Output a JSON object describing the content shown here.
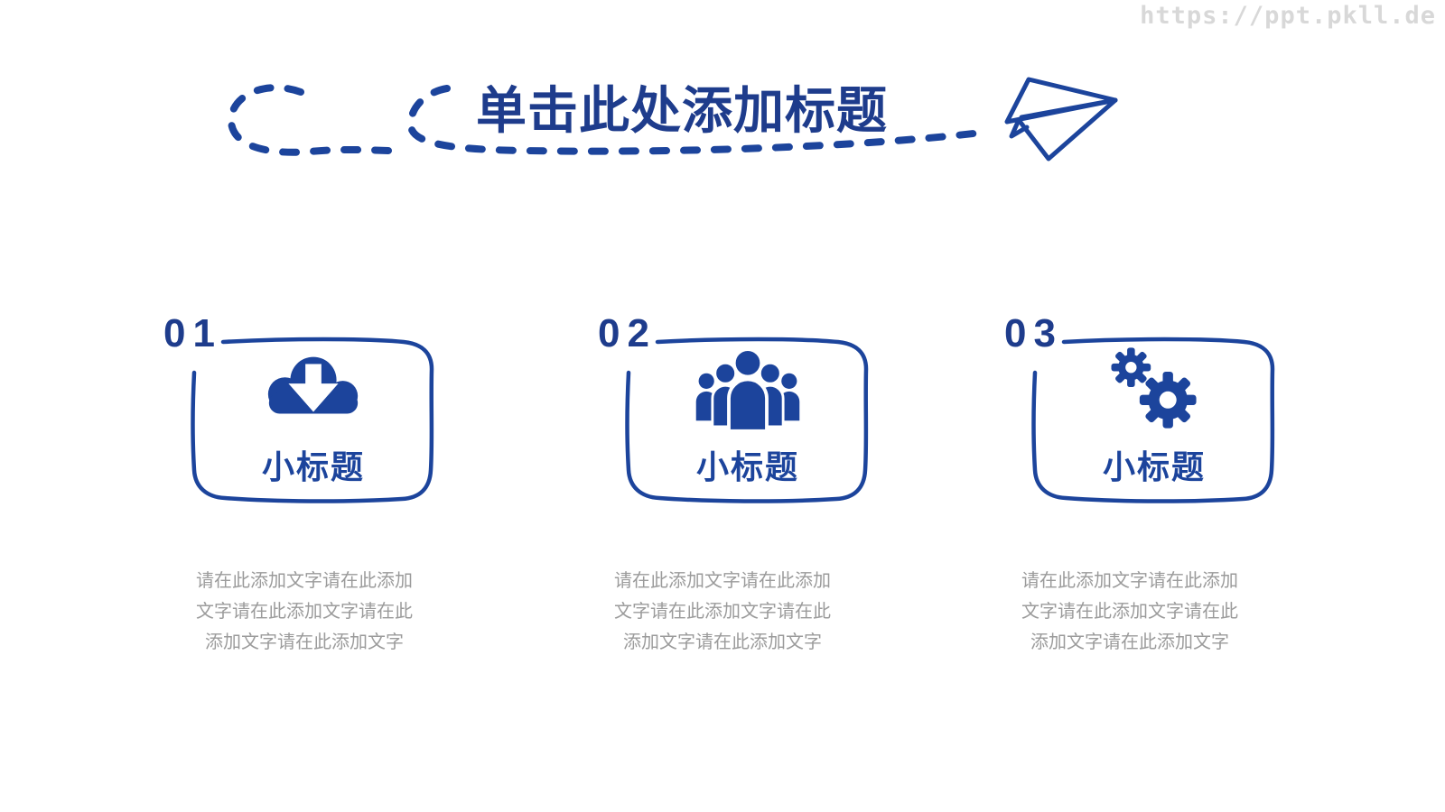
{
  "watermark": {
    "text": "https://ppt.pkll.de"
  },
  "header": {
    "title": "单击此处添加标题"
  },
  "colors": {
    "accent": "#1c449c",
    "title": "#1e3c8c",
    "body_text": "#9b9b9b",
    "watermark": "#d8d8d8"
  },
  "decorations": {
    "left_doodle": "dashed-loop",
    "underline_doodle": "dashed-swoosh",
    "plane": "paper-plane"
  },
  "cards": [
    {
      "number": "01",
      "icon": "cloud-download-icon",
      "subtitle": "小标题",
      "body_lines": [
        "请在此添加文字请在此添加",
        "文字请在此添加文字请在此",
        "添加文字请在此添加文字"
      ]
    },
    {
      "number": "02",
      "icon": "team-icon",
      "subtitle": "小标题",
      "body_lines": [
        "请在此添加文字请在此添加",
        "文字请在此添加文字请在此",
        "添加文字请在此添加文字"
      ]
    },
    {
      "number": "03",
      "icon": "gears-icon",
      "subtitle": "小标题",
      "body_lines": [
        "请在此添加文字请在此添加",
        "文字请在此添加文字请在此",
        "添加文字请在此添加文字"
      ]
    }
  ]
}
